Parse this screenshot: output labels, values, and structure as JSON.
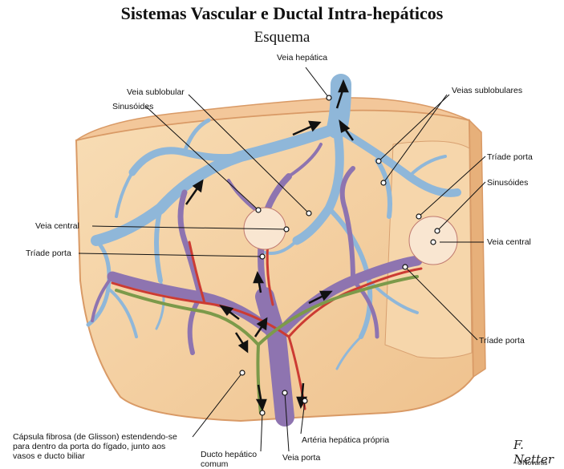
{
  "title": "Sistemas Vascular e Ductal Intra-hepáticos",
  "subtitle": "Esquema",
  "labels": {
    "veia_hepatica": "Veia hepática",
    "veia_sublobular": "Veia sublobular",
    "veias_sublobulares": "Veias sublobulares",
    "sinusoides_left": "Sinusóides",
    "triade_porta_right_top": "Tríade porta",
    "sinusoides_right": "Sinusóides",
    "veia_central_left": "Veia central",
    "veia_central_right": "Veia central",
    "triade_porta_left": "Tríade porta",
    "triade_porta_right_bottom": "Tríade porta",
    "capsula_fibrosa": "Cápsula fibrosa (de Glisson) estendendo-se para dentro da porta do fígado, junto aos vasos e ducto biliar",
    "ducto_hepatico_comum": "Ducto hepático comum",
    "veia_porta": "Veia porta",
    "arteria_hepatica_propria": "Artéria hepática própria"
  },
  "signature": "F. Netter",
  "copyright": "©Novartis",
  "colors": {
    "liver": "#f4cfa0",
    "liver_edge": "#d99a66",
    "hepatic_vein": "#8fb7d9",
    "portal_vein": "#8e74b0",
    "artery": "#cc3b33",
    "bile_duct": "#7c9a4a",
    "arrow": "#111111"
  }
}
